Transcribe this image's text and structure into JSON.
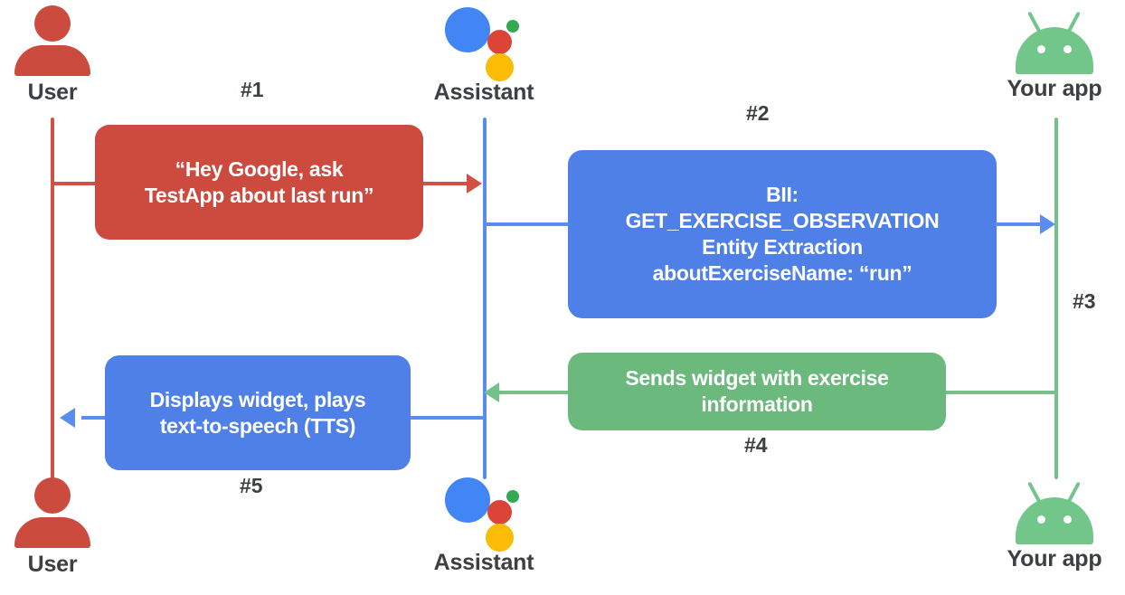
{
  "diagram": {
    "title": "Google Assistant App Actions sequence diagram",
    "colors": {
      "user_red": "#CD4A3F",
      "assistant_blue": "#4F80E8",
      "app_green": "#6CB97E",
      "label_gray": "#3C4043",
      "assistant_dot_blue": "#4285F4",
      "assistant_dot_red": "#DB4437",
      "assistant_dot_green": "#34A853",
      "assistant_dot_yellow": "#FABC05"
    },
    "actors": [
      {
        "id": "user-top",
        "label": "User",
        "icon": "user-icon",
        "position": "top-left"
      },
      {
        "id": "assistant-top",
        "label": "Assistant",
        "icon": "assistant-icon",
        "position": "top-center"
      },
      {
        "id": "app-top",
        "label": "Your app",
        "icon": "android-icon",
        "position": "top-right"
      },
      {
        "id": "user-bottom",
        "label": "User",
        "icon": "user-icon",
        "position": "bottom-left"
      },
      {
        "id": "assistant-bottom",
        "label": "Assistant",
        "icon": "assistant-icon",
        "position": "bottom-center"
      },
      {
        "id": "app-bottom",
        "label": "Your app",
        "icon": "android-icon",
        "position": "bottom-right"
      }
    ],
    "steps": [
      {
        "number": "#1",
        "color": "red",
        "text": "“Hey Google, ask\nTestApp about last run”"
      },
      {
        "number": "#2",
        "color": "blue",
        "text": "BII:\nGET_EXERCISE_OBSERVATION\nEntity Extraction\naboutExerciseName: “run”"
      },
      {
        "number": "#3",
        "color": "green",
        "text": ""
      },
      {
        "number": "#4",
        "color": "green",
        "text": "Sends widget with exercise\ninformation"
      },
      {
        "number": "#5",
        "color": "blue",
        "text": "Displays widget, plays\ntext-to-speech (TTS)"
      }
    ],
    "messages": {
      "step1": {
        "number": "#1",
        "line1": "“Hey Google, ask",
        "line2": "TestApp about last run”"
      },
      "step2": {
        "number": "#2",
        "line1": "BII:",
        "line2": "GET_EXERCISE_OBSERVATION",
        "line3": "Entity Extraction",
        "line4": "aboutExerciseName: “run”"
      },
      "step3": {
        "number": "#3"
      },
      "step4": {
        "number": "#4",
        "line1": "Sends widget with exercise",
        "line2": "information"
      },
      "step5": {
        "number": "#5",
        "line1": "Displays widget, plays",
        "line2": "text-to-speech (TTS)"
      }
    },
    "labels": {
      "user": "User",
      "assistant": "Assistant",
      "your_app": "Your app"
    }
  }
}
